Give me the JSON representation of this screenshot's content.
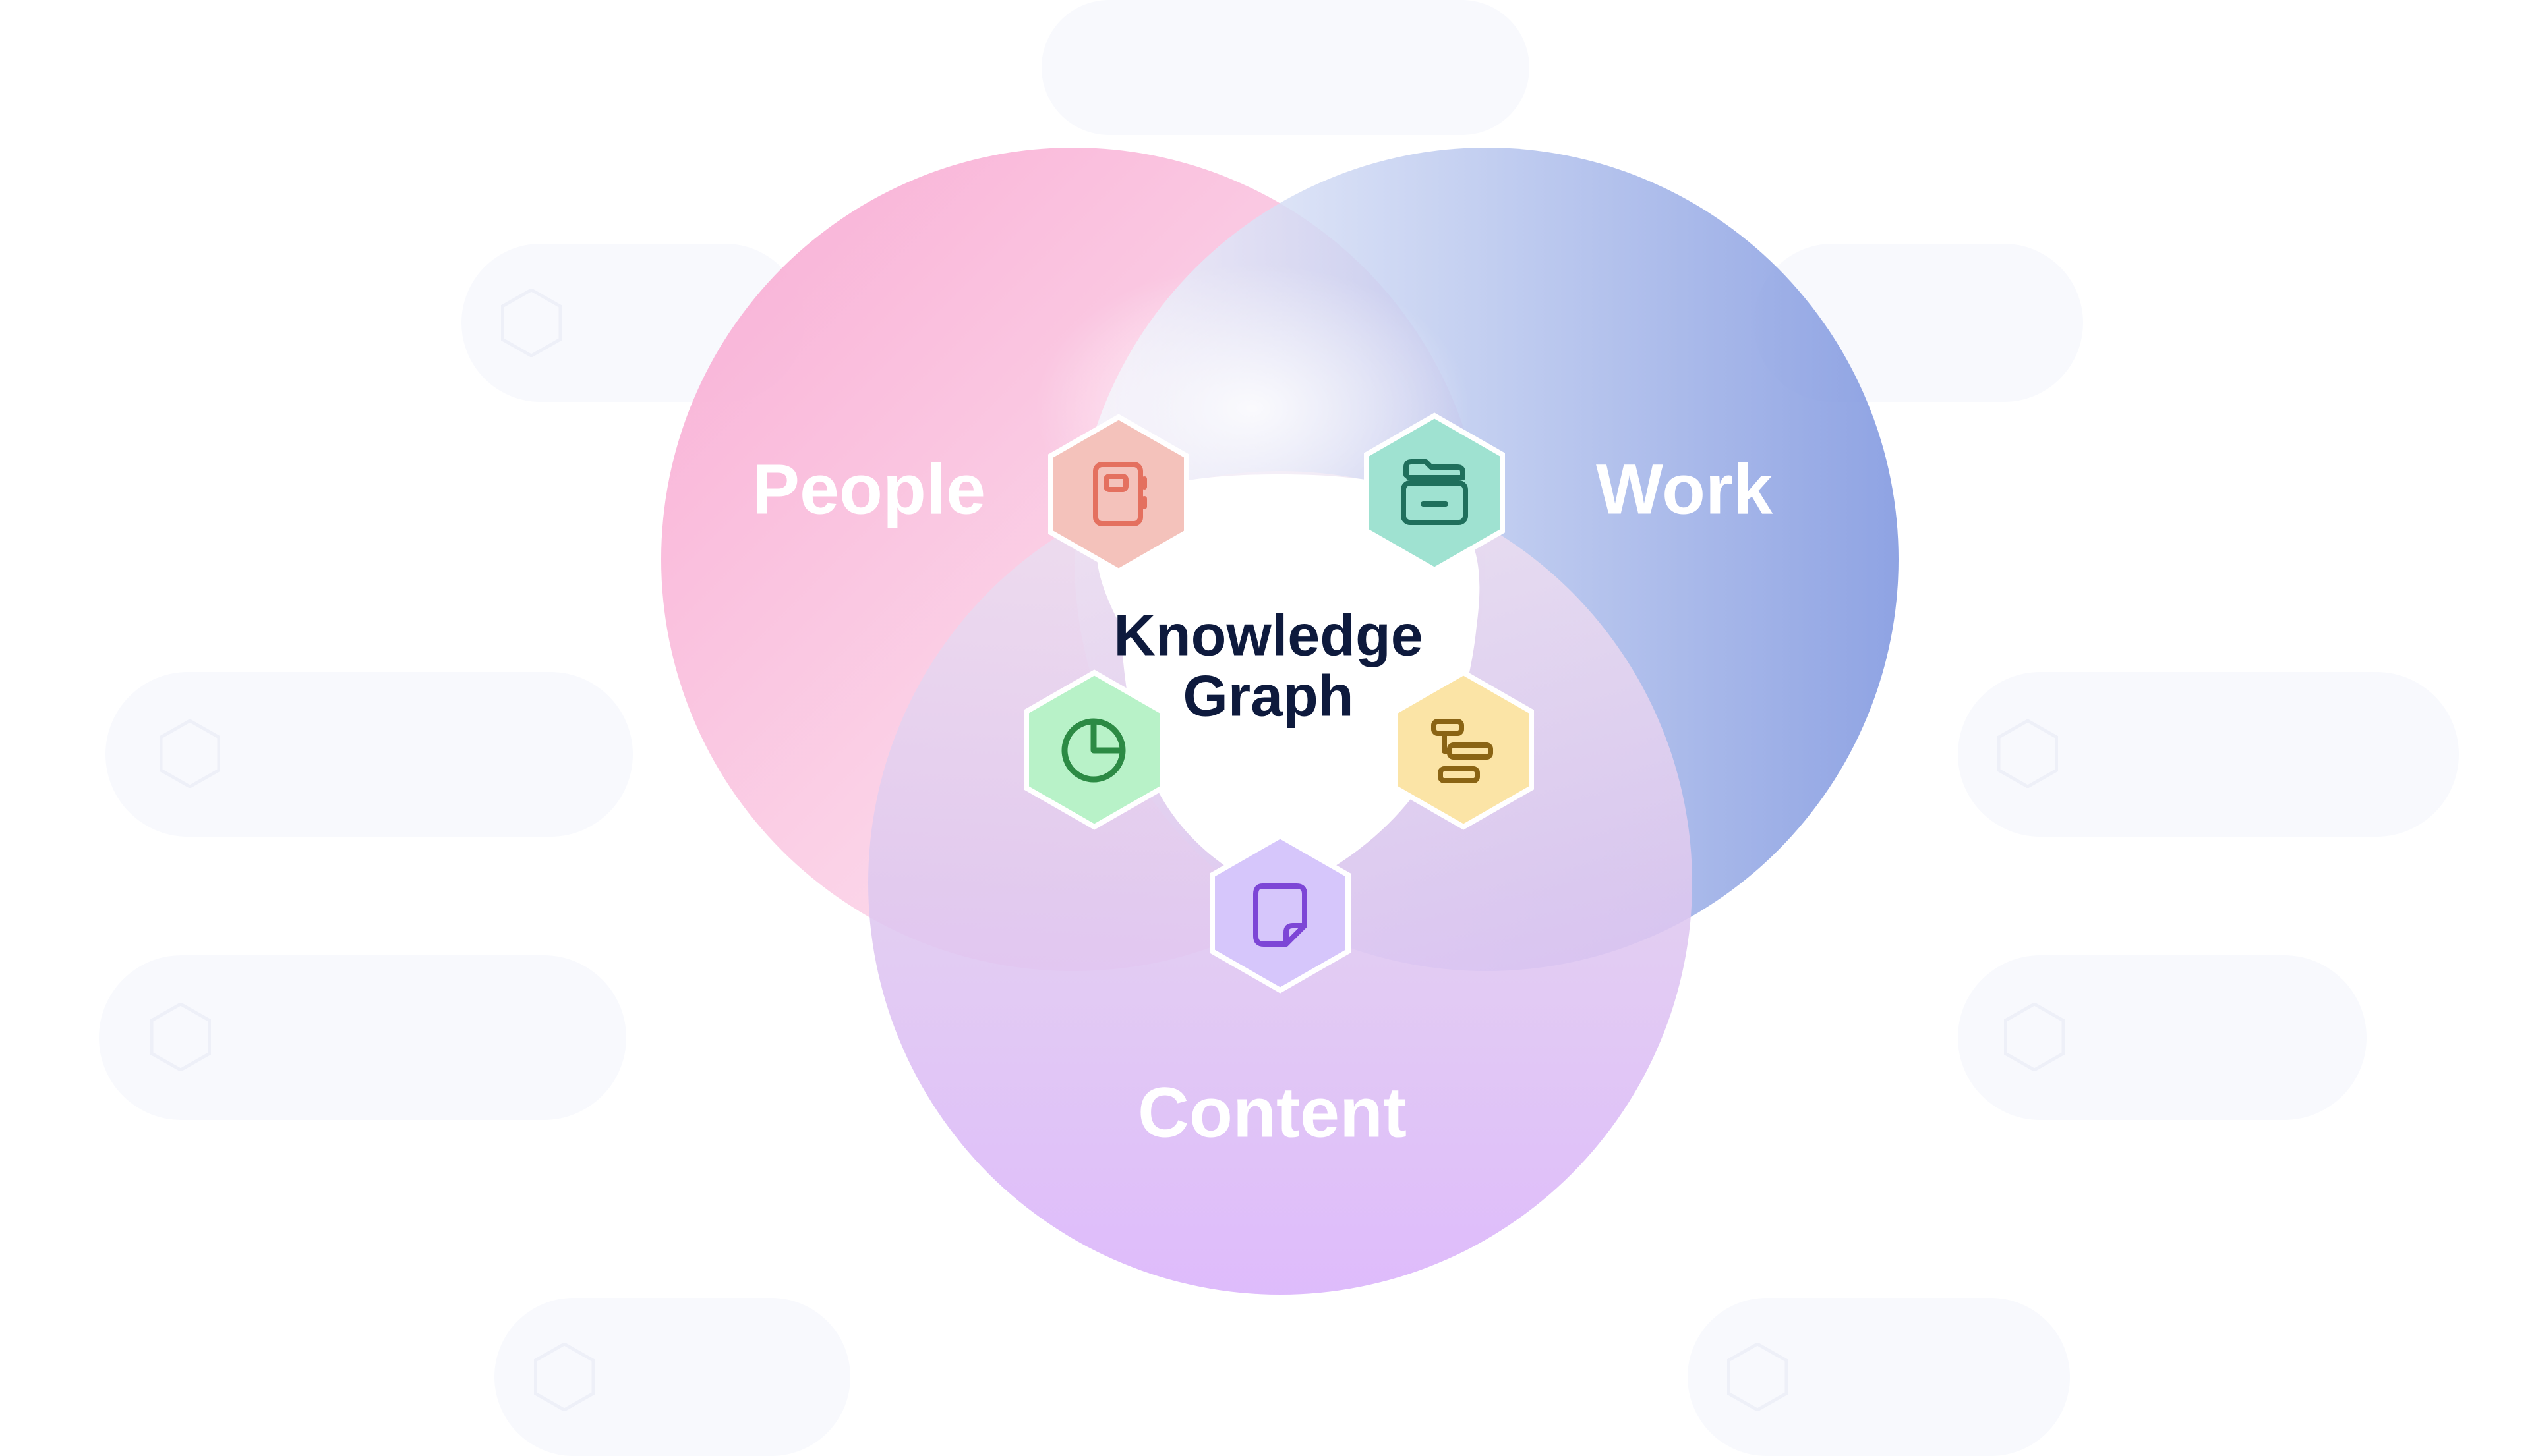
{
  "diagram": {
    "center_title_line1": "Knowledge",
    "center_title_line2": "Graph",
    "circles": {
      "people": {
        "label": "People",
        "color_start": "#f8a9d2",
        "color_end": "#fde6f1"
      },
      "work": {
        "label": "Work",
        "color_start": "#e6ecf8",
        "color_end": "#7b93de"
      },
      "content": {
        "label": "Content",
        "color_start": "#e9d7ee",
        "color_end": "#dcb5f9"
      }
    },
    "hex_icons": [
      {
        "name": "notebook-icon",
        "fill": "#f4c2bb",
        "stroke": "#e4705f"
      },
      {
        "name": "folder-icon",
        "fill": "#9fe2d1",
        "stroke": "#1f6f5c"
      },
      {
        "name": "pie-chart-icon",
        "fill": "#b8f2c8",
        "stroke": "#2c8a44"
      },
      {
        "name": "timeline-icon",
        "fill": "#fbe4a6",
        "stroke": "#8a6414"
      },
      {
        "name": "document-icon",
        "fill": "#d6c6fb",
        "stroke": "#7d46d6"
      }
    ],
    "background_pills": [
      {
        "name": "pill-top-center",
        "icon": "hexagon-icon"
      },
      {
        "name": "pill-top-left",
        "icon": "hexagon-icon"
      },
      {
        "name": "pill-top-right",
        "icon": "hexagon-icon"
      },
      {
        "name": "pill-middle-left",
        "icon": "hexagon-icon"
      },
      {
        "name": "pill-middle-right",
        "icon": "hexagon-icon"
      },
      {
        "name": "pill-lower-left",
        "icon": "hexagon-icon"
      },
      {
        "name": "pill-lower-right",
        "icon": "hexagon-icon"
      },
      {
        "name": "pill-bottom-left",
        "icon": "hexagon-icon"
      },
      {
        "name": "pill-bottom-right",
        "icon": "hexagon-icon"
      }
    ]
  }
}
